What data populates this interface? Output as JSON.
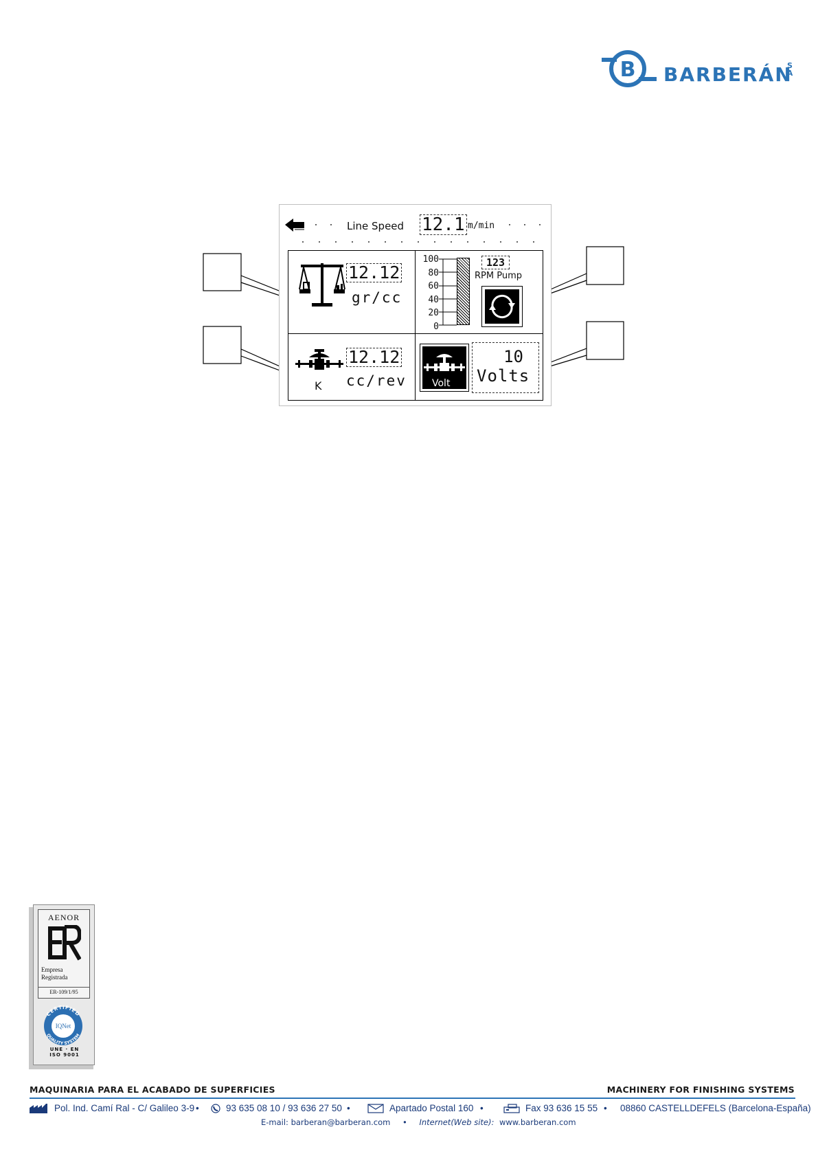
{
  "logo": {
    "brand": "BARBERÁN",
    "suffix_s": "S",
    "suffix_a": "A",
    "mark": "B",
    "color": "#2c74b6"
  },
  "screen": {
    "line_speed_label": "Line Speed",
    "line_speed_value": "12.1",
    "line_speed_unit": "m/min",
    "density_value": "12.12",
    "density_unit": "gr/cc",
    "gauge_scale": [
      "100",
      "80",
      "60",
      "40",
      "20",
      "0"
    ],
    "rpm_value": "123",
    "rpm_label": "RPM Pump",
    "flow_value": "12.12",
    "flow_unit": "cc/rev",
    "flow_icon_label": "K",
    "volt_icon_label": "Volt",
    "volts_value": "10",
    "volts_unit": "Volts"
  },
  "badges": {
    "aenor_title": "AENOR",
    "aenor_line1": "Empresa",
    "aenor_line2": "Registrada",
    "aenor_code": "ER-109/1/95",
    "iqnet_top": "CERTIFIED",
    "iqnet_mid": "IQNet",
    "iqnet_bottom": "QUALITY SYSTEM",
    "iso_line1": "UNE · EN",
    "iso_line2": "ISO 9001"
  },
  "footer": {
    "left_heading": "MAQUINARIA PARA EL ACABADO DE SUPERFICIES",
    "right_heading": "MACHINERY FOR FINISHING SYSTEMS",
    "address": "Pol. Ind. Camí Ral - C/ Galileo 3-9",
    "phone": "93 635 08 10 / 93 636 27 50",
    "po_box": "Apartado Postal 160",
    "fax": "Fax 93 636 15 55",
    "city": "08860 CASTELLDEFELS (Barcelona-España)",
    "email_line": "E-mail: barberan@barberan.com",
    "web_label": "Internet(Web site):",
    "web_url": "www.barberan.com",
    "separator": "•"
  }
}
